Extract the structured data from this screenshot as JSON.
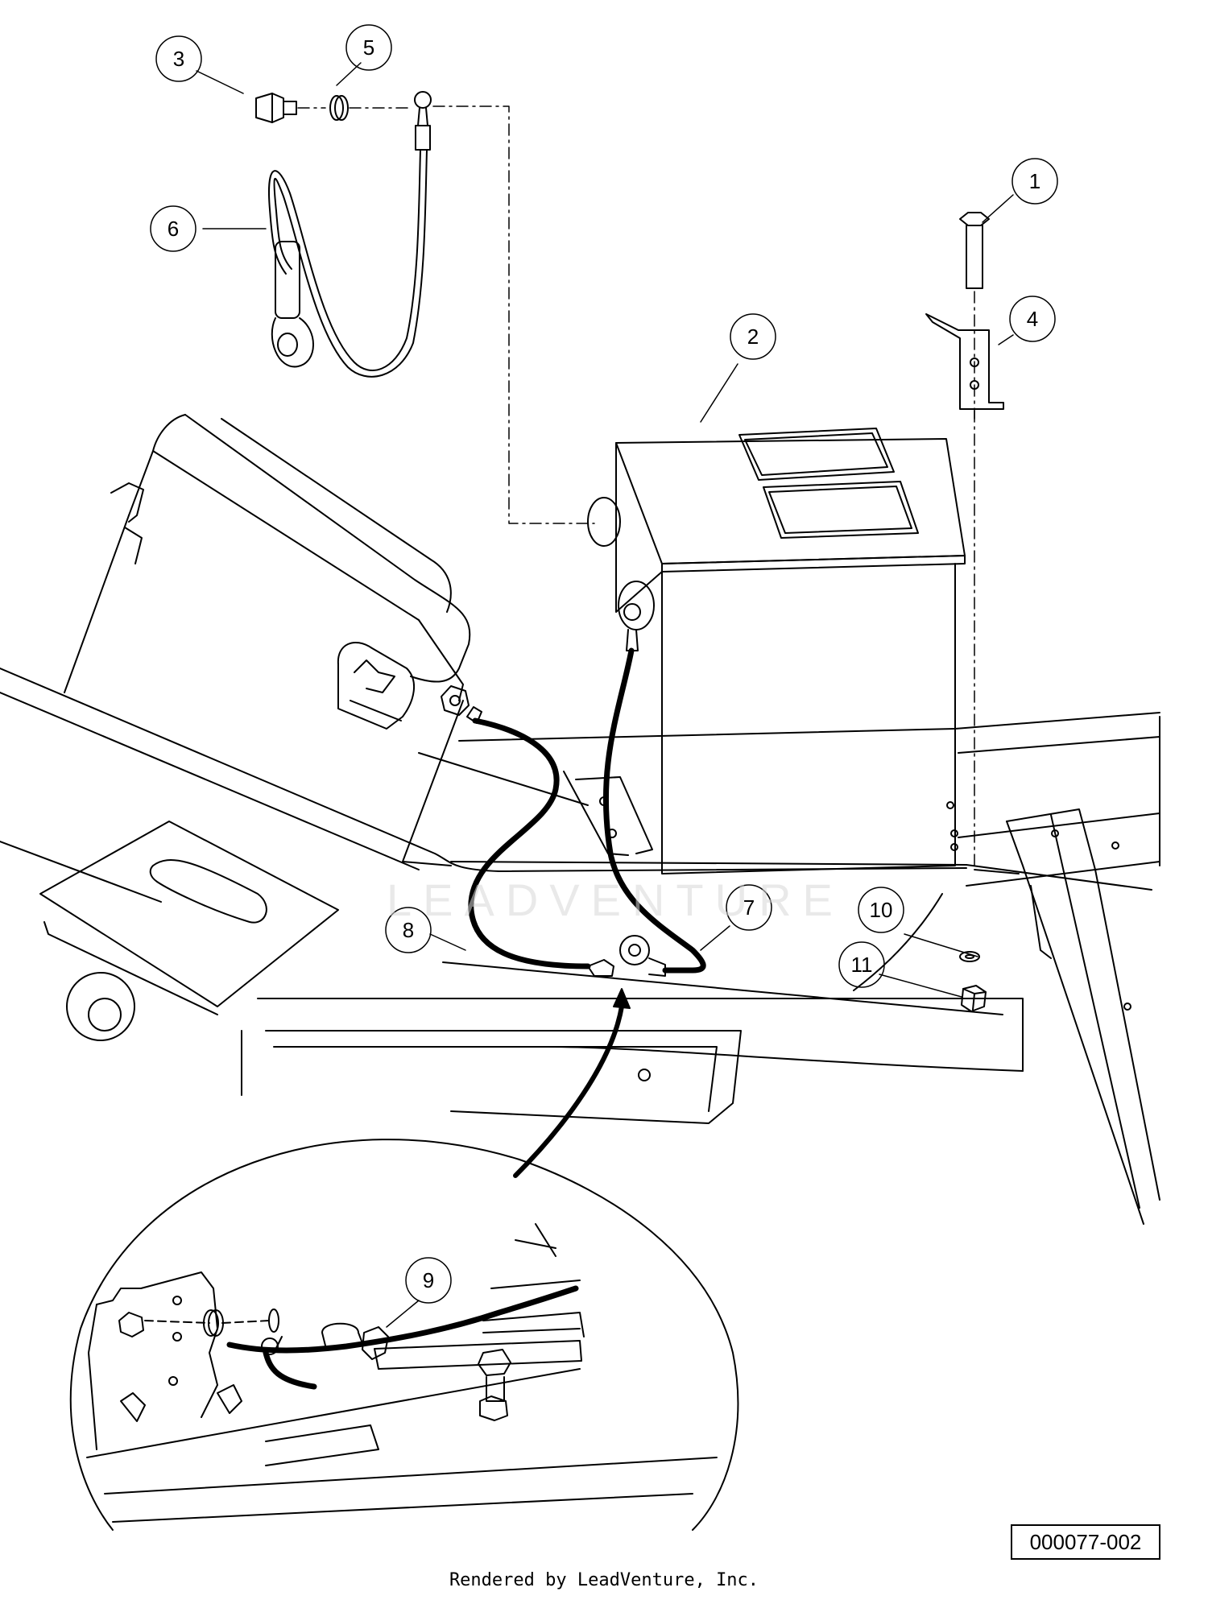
{
  "callouts": [
    {
      "number": "1"
    },
    {
      "number": "2"
    },
    {
      "number": "3"
    },
    {
      "number": "4"
    },
    {
      "number": "5"
    },
    {
      "number": "6"
    },
    {
      "number": "7"
    },
    {
      "number": "8"
    },
    {
      "number": "9"
    },
    {
      "number": "10"
    },
    {
      "number": "11"
    }
  ],
  "reference_code": "000077-002",
  "watermark_text": "LEADVENTURE",
  "credit": "Rendered by LeadVenture, Inc.",
  "colors": {
    "line": "#000000",
    "background": "#ffffff",
    "watermark": "#d8d8d8"
  }
}
